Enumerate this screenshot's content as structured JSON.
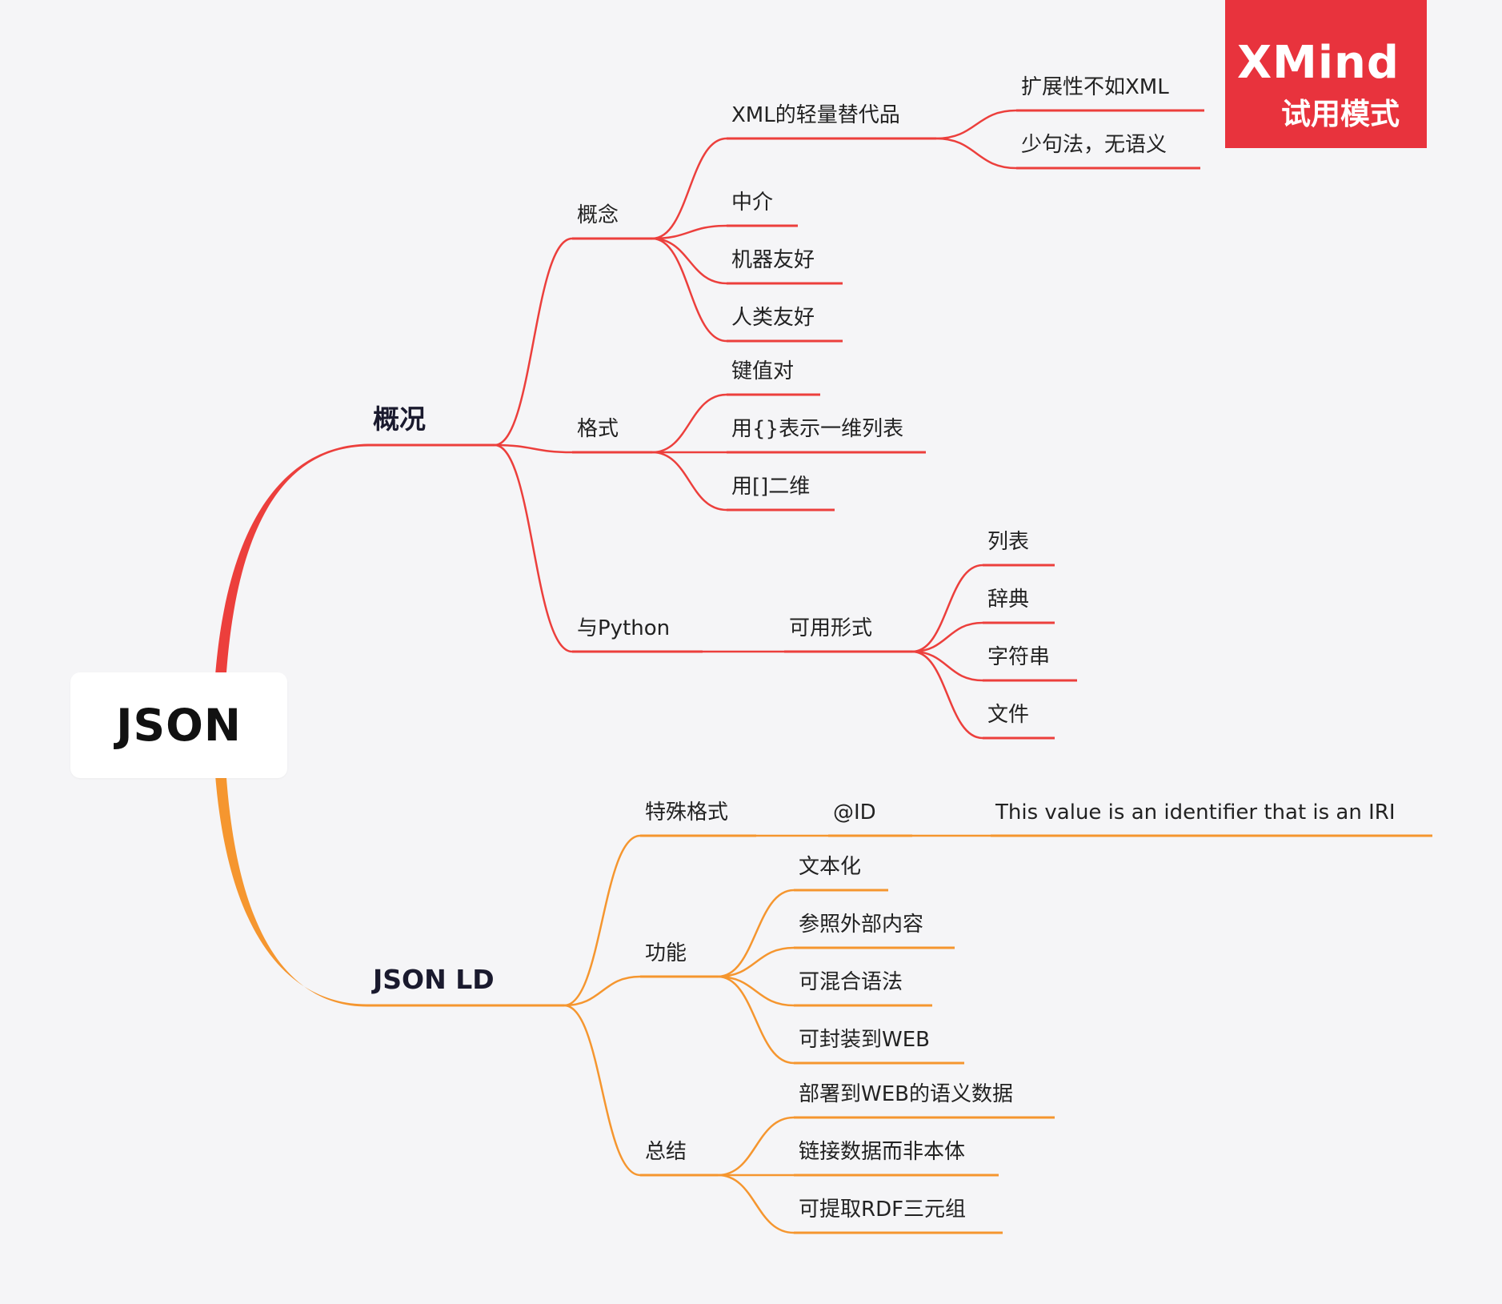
{
  "badge": {
    "title": "XMind",
    "subtitle": "试用模式"
  },
  "colors": {
    "red": "#ec3f3c",
    "orange": "#f5962f",
    "badge": "#e8333d",
    "background": "#f5f5f7"
  },
  "root": {
    "label": "JSON"
  },
  "branches": [
    {
      "label": "概况",
      "color": "red",
      "children": [
        {
          "label": "概念",
          "children": [
            {
              "label": "XML的轻量替代品",
              "children": [
                {
                  "label": "扩展性不如XML"
                },
                {
                  "label": "少句法，无语义"
                }
              ]
            },
            {
              "label": "中介"
            },
            {
              "label": "机器友好"
            },
            {
              "label": "人类友好"
            }
          ]
        },
        {
          "label": "格式",
          "children": [
            {
              "label": "键值对"
            },
            {
              "label": "用{}表示一维列表"
            },
            {
              "label": "用[]二维"
            }
          ]
        },
        {
          "label": "与Python",
          "children": [
            {
              "label": "可用形式",
              "children": [
                {
                  "label": "列表"
                },
                {
                  "label": "辞典"
                },
                {
                  "label": "字符串"
                },
                {
                  "label": "文件"
                }
              ]
            }
          ]
        }
      ]
    },
    {
      "label": "JSON LD",
      "color": "orange",
      "children": [
        {
          "label": "特殊格式",
          "children": [
            {
              "label": "@ID",
              "children": [
                {
                  "label": "This value is an identifier that is an IRI"
                }
              ]
            }
          ]
        },
        {
          "label": "功能",
          "children": [
            {
              "label": "文本化"
            },
            {
              "label": "参照外部内容"
            },
            {
              "label": "可混合语法"
            },
            {
              "label": "可封装到WEB"
            }
          ]
        },
        {
          "label": "总结",
          "children": [
            {
              "label": "部署到WEB的语义数据"
            },
            {
              "label": "链接数据而非本体"
            },
            {
              "label": "可提取RDF三元组"
            }
          ]
        }
      ]
    }
  ]
}
